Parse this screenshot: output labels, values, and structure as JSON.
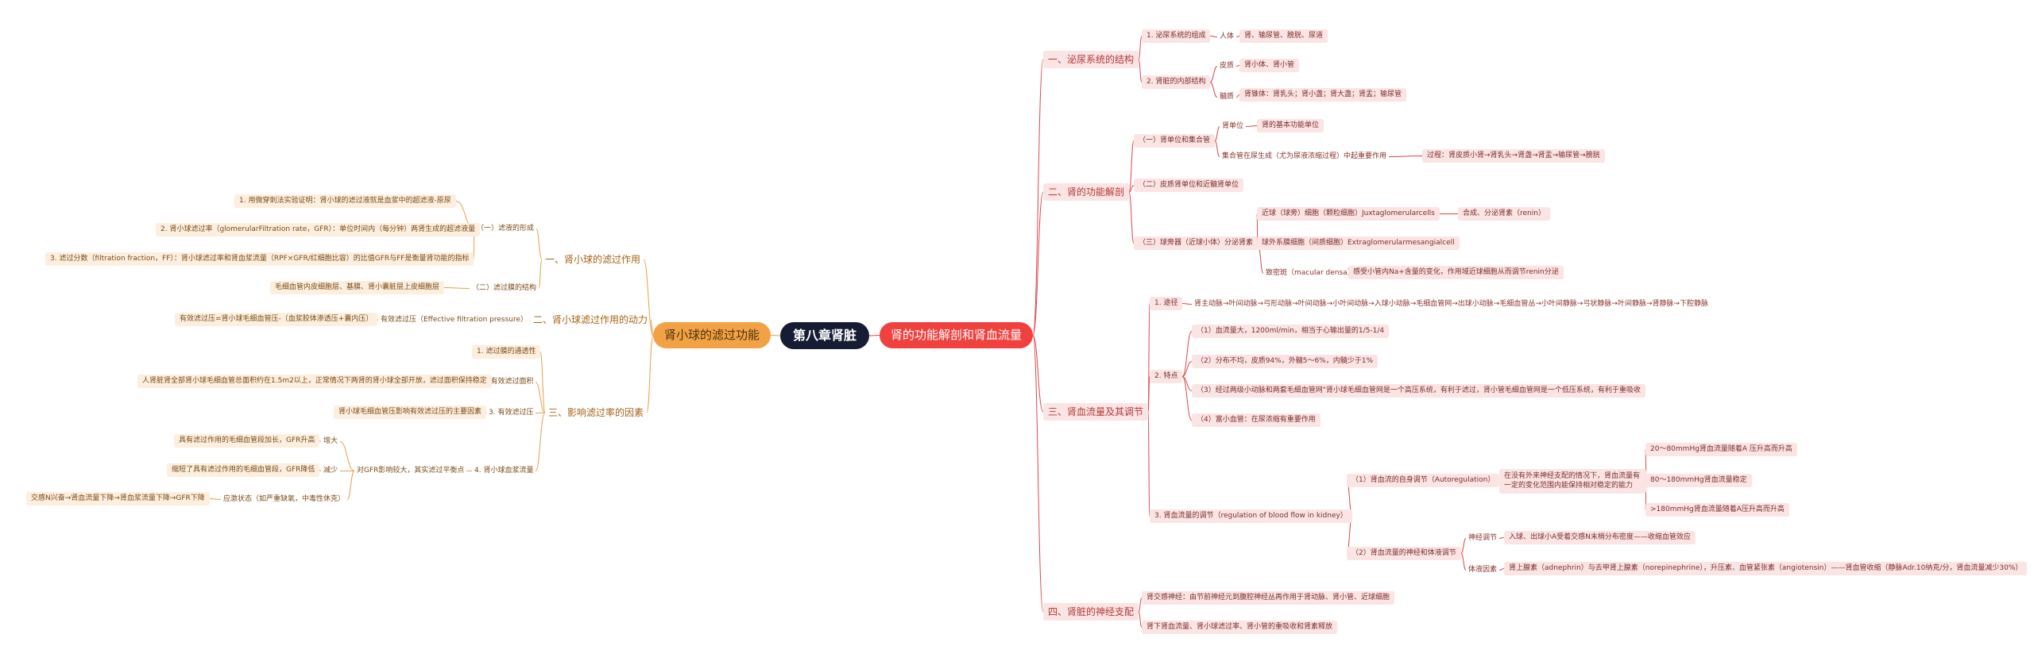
{
  "colors": {
    "right_branch": "#d8484a",
    "left_branch": "#e4a04e",
    "center": "#161c33",
    "main_right": "#f0413e",
    "main_left": "#f2a244"
  },
  "center": "第八章肾脏",
  "right": {
    "title": "肾的功能解剖和肾血流量",
    "s1": {
      "title": "一、泌尿系统的结构",
      "a": "1. 泌尿系统的组成",
      "a1": "人体",
      "a1a": "肾、输尿管、膀胱、尿道",
      "b": "2. 肾脏的内部结构",
      "b1": "皮质",
      "b1a": "肾小体、肾小管",
      "b2": "髓质",
      "b2a": "肾锥体：肾乳头；肾小盏；肾大盏；肾盂；输尿管"
    },
    "s2": {
      "title": "二、肾的功能解剖",
      "a": "（一）肾单位和集合管",
      "a1": "肾单位",
      "a1a": "肾的基本功能单位",
      "a2": "集合管在尿生成（尤为尿液浓缩过程）中起重要作用",
      "a2a": "过程：肾皮质小肾→肾乳头→肾盏→肾盂→输尿管→膀胱",
      "b": "（二）皮质肾单位和近髓肾单位",
      "c": "（三）球旁器（近球小体）分泌肾素",
      "c1": "近球（球旁）细胞（颗粒细胞）Juxtaglomerularcells",
      "c1a": "合成、分泌肾素（renin）",
      "c2": "球外系膜细胞（间质细胞）Extraglomerularmesangialcell",
      "c3": "致密斑（macular densa）",
      "c3a": "感受小管内Na+含量的变化，作用域近球细胞从而调节renin分泌"
    },
    "s3": {
      "title": "三、肾血流量及其调节",
      "a": "1. 途径",
      "a1": "肾主动脉→叶间动脉→弓形动脉→叶间动脉→小叶间动脉→入球小动脉→毛细血管网→出球小动脉→毛细血管丛→小叶间静脉→弓状静脉→叶间静脉→肾静脉→下腔静脉",
      "b": "2. 特点",
      "b1": "（1）血流量大，1200ml/min，相当于心输出量的1/5-1/4",
      "b2": "（2）分布不均，皮质94%，外髓5～6%，内髓少于1%",
      "b3": "（3）经过两级小动脉和两套毛细血管网\"肾小球毛细血管网是一个高压系统，有利于滤过，肾小管毛细血管网是一个低压系统，有利于重吸收",
      "b4": "（4）富小血管：在尿浓缩有重要作用",
      "c": "3. 肾血流量的调节（regulation of blood flow in kidney）",
      "c1": "（1）肾血流的自身调节（Autoregulation）",
      "c1a": "在没有外来神经支配的情况下，肾血流量有一定的变化范围内能保持相对稳定的能力",
      "c1a1": "20～80mmHg肾血流量随着A 压升高而升高",
      "c1a2": "80～180mmHg肾血流量稳定",
      "c1a3": ">180mmHg肾血流量随着A压升高而升高",
      "c2": "（2）肾血流量的神经和体液调节",
      "c2a": "神经调节",
      "c2a1": "入球、出球小A受着交感N末梢分布密度——收缩血管效应",
      "c2b": "体液因素",
      "c2b1": "肾上腺素（adnephrin）与去甲肾上腺素（norepinephrine），升压素、血管紧张素（angiotensin）——肾血管收缩（静脉Adr.10纳克/分，肾血流量减少30%）"
    },
    "s4": {
      "title": "四、肾脏的神经支配",
      "a": "肾交感神经：由节前神经元到腹腔神经丛再作用于肾动脉、肾小管、近球细胞",
      "b": "肾下肾血流量、肾小球滤过率、肾小管的重吸收和肾素释放"
    }
  },
  "left": {
    "title": "肾小球的滤过功能",
    "s1": {
      "title": "一、肾小球的滤过作用",
      "a": "（一）滤液的形成",
      "a1": "1. 用微穿刺法实验证明：肾小球的滤过液就是血浆中的超滤液-原尿",
      "a2": "2. 肾小球滤过率（glomerularFiltration rate，GFR）：单位时间内（每分钟）两肾生成的超滤液量",
      "a3": "3. 滤过分数（filtration fraction，FF）：肾小球滤过率和肾血浆流量（RPF×GFR/红细胞比容）的比值GFR与FF是衡量肾功能的指标",
      "b": "（二）滤过膜的结构",
      "b1": "毛细血管内皮细胞层、基膜、肾小囊脏层上皮细胞层"
    },
    "s2": {
      "title": "二、肾小球滤过作用的动力",
      "a": "有效滤过压（Effective filtration pressure）",
      "a1": "有效滤过压=肾小球毛细血管压-（血浆胶体渗透压+囊内压）"
    },
    "s3": {
      "title": "三、影响滤过率的因素",
      "a": "1. 滤过膜的通透性",
      "b": "2. 有效滤过面积",
      "b1": "人肾脏肾全部肾小球毛细血管总面积约在1.5m2以上，正常情况下两肾的肾小球全部开放，滤过面积保持稳定",
      "c": "3. 有效滤过压",
      "c1": "肾小球毛细血管压影响有效滤过压的主要因素",
      "d": "4. 肾小球血浆流量",
      "d1": "对GFR影响较大，其实滤过平衡点",
      "d1a": "增大",
      "d1a1": "具有滤过作用的毛细血管段加长，GFR升高",
      "d1b": "减少",
      "d1b1": "缩短了具有滤过作用的毛细血管段，GFR降低",
      "d1c": "应激状态（如严重缺氧，中毒性休克）",
      "d1c1": "交感N兴奋→肾血流量下降→肾血浆流量下降→GFR下降"
    }
  }
}
